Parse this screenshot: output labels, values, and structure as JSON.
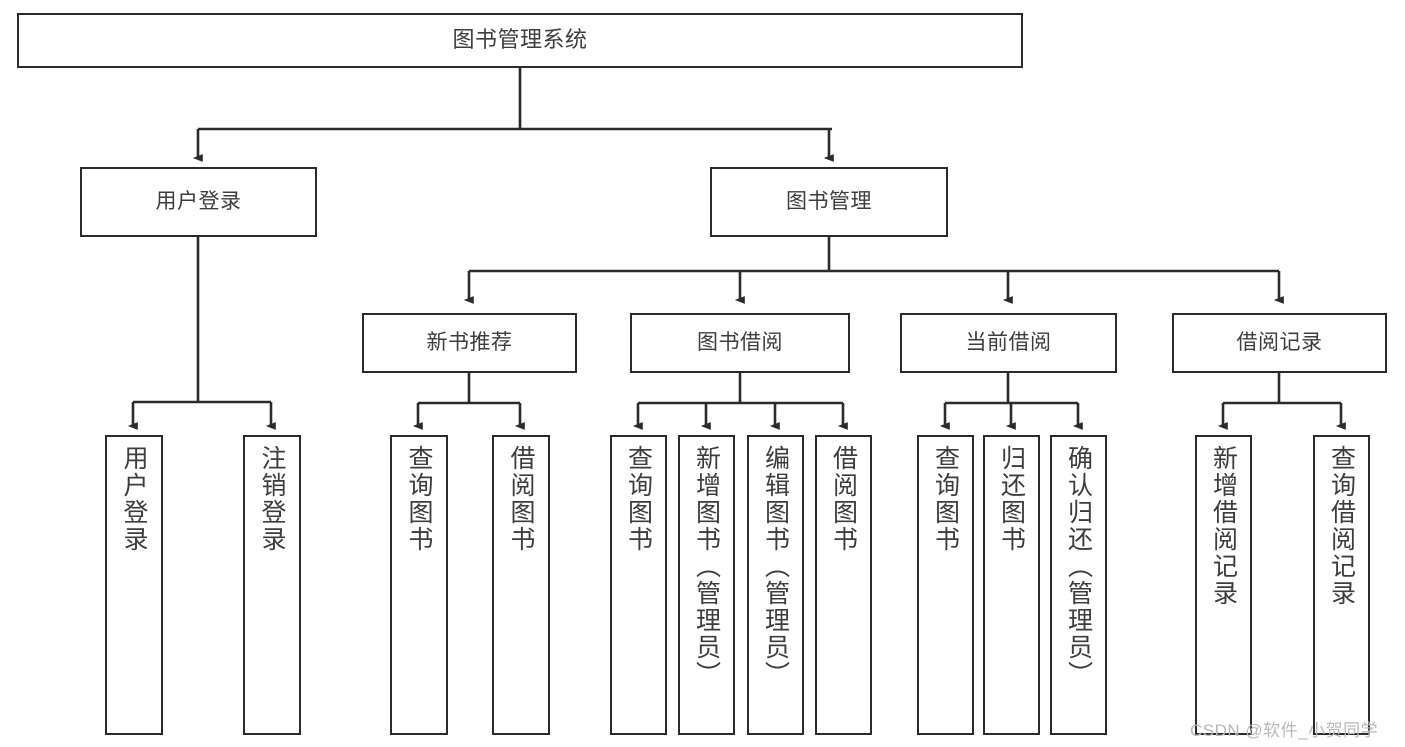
{
  "diagram": {
    "title": "图书管理系统",
    "type": "hierarchy-tree",
    "watermark": "CSDN @软件_小贺同学",
    "colors": {
      "border": "#2b2b2b",
      "text": "#3d3d3d",
      "background": "#ffffff",
      "watermark": "#b9b9b9"
    },
    "nodes": {
      "root": {
        "label": "图书管理系统",
        "level": 0
      },
      "level1": [
        {
          "id": "user-login",
          "label": "用户登录"
        },
        {
          "id": "book-management",
          "label": "图书管理"
        }
      ],
      "level2": [
        {
          "id": "new-book-recommend",
          "label": "新书推荐",
          "parent": "book-management"
        },
        {
          "id": "book-borrow",
          "label": "图书借阅",
          "parent": "book-management"
        },
        {
          "id": "current-borrow",
          "label": "当前借阅",
          "parent": "book-management"
        },
        {
          "id": "borrow-record",
          "label": "借阅记录",
          "parent": "book-management"
        }
      ],
      "leaves": [
        {
          "id": "leaf-user-login",
          "label": "用户登录",
          "parent": "user-login"
        },
        {
          "id": "leaf-logout",
          "label": "注销登录",
          "parent": "user-login"
        },
        {
          "id": "leaf-query-book-1",
          "label": "查询图书",
          "parent": "new-book-recommend"
        },
        {
          "id": "leaf-borrow-book-1",
          "label": "借阅图书",
          "parent": "new-book-recommend"
        },
        {
          "id": "leaf-query-book-2",
          "label": "查询图书",
          "parent": "book-borrow"
        },
        {
          "id": "leaf-add-book",
          "label": "新增图书（管理员）",
          "parent": "book-borrow"
        },
        {
          "id": "leaf-edit-book",
          "label": "编辑图书（管理员）",
          "parent": "book-borrow"
        },
        {
          "id": "leaf-borrow-book-2",
          "label": "借阅图书",
          "parent": "book-borrow"
        },
        {
          "id": "leaf-query-book-3",
          "label": "查询图书",
          "parent": "current-borrow"
        },
        {
          "id": "leaf-return-book",
          "label": "归还图书",
          "parent": "current-borrow"
        },
        {
          "id": "leaf-confirm-return",
          "label": "确认归还（管理员）",
          "parent": "current-borrow"
        },
        {
          "id": "leaf-add-record",
          "label": "新增借阅记录",
          "parent": "borrow-record"
        },
        {
          "id": "leaf-query-record",
          "label": "查询借阅记录",
          "parent": "borrow-record"
        }
      ]
    }
  }
}
